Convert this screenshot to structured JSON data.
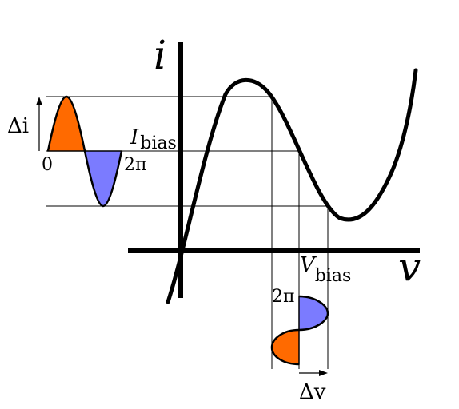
{
  "axes": {
    "y_label": "i",
    "x_label": "v"
  },
  "current_wave": {
    "amplitude_symbol": "Δi",
    "start_label": "0",
    "end_label": "2π",
    "bias_label_main": "I",
    "bias_label_sub": "bias"
  },
  "voltage_wave": {
    "amplitude_symbol": "Δv",
    "end_label": "2π",
    "bias_label_main": "V",
    "bias_label_sub": "bias"
  },
  "colors": {
    "positive_half": "#ff6a00",
    "negative_half": "#7b7bff",
    "stroke": "#000000"
  }
}
